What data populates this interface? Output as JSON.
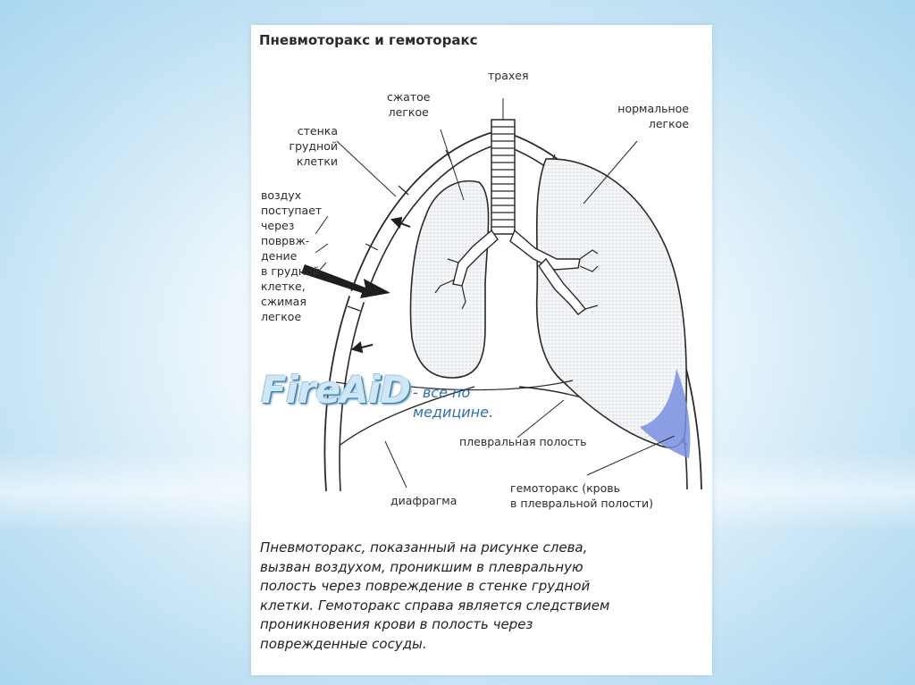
{
  "title": "Пневмоторакс и гемоторакс",
  "labels": {
    "trachea": "трахея",
    "compressed_lung": [
      "сжатое",
      "легкое"
    ],
    "normal_lung": [
      "нормальное",
      "легкое"
    ],
    "chest_wall": [
      "стенка",
      "грудной",
      "клетки"
    ],
    "air_entry": [
      "воздух",
      "поступает",
      "через",
      "поврвж-",
      "дение",
      "в грудной",
      "клетке,",
      "сжимая",
      "легкое"
    ],
    "pleural_cavity": "плевральная полость",
    "diaphragm": "диафрагма",
    "hemothorax": [
      "гемоторакс (кровь",
      "в плевральной полости)"
    ]
  },
  "caption": [
    "Пневмоторакс, показанный на рисунке слева,",
    "вызван воздухом, проникшим в плевральную",
    "полость через повреждение в стенке грудной",
    "клетки. Гемоторакс справа является следствием",
    "проникновения крови в полость через",
    "поврежденные сосуды."
  ],
  "watermark": {
    "brand": "FireAiD",
    "tagline": [
      "- все по",
      "медицине."
    ]
  },
  "colors": {
    "blood": "#7a8fe0",
    "lung_fill": "#eceff3",
    "line": "#2a2a2a"
  }
}
